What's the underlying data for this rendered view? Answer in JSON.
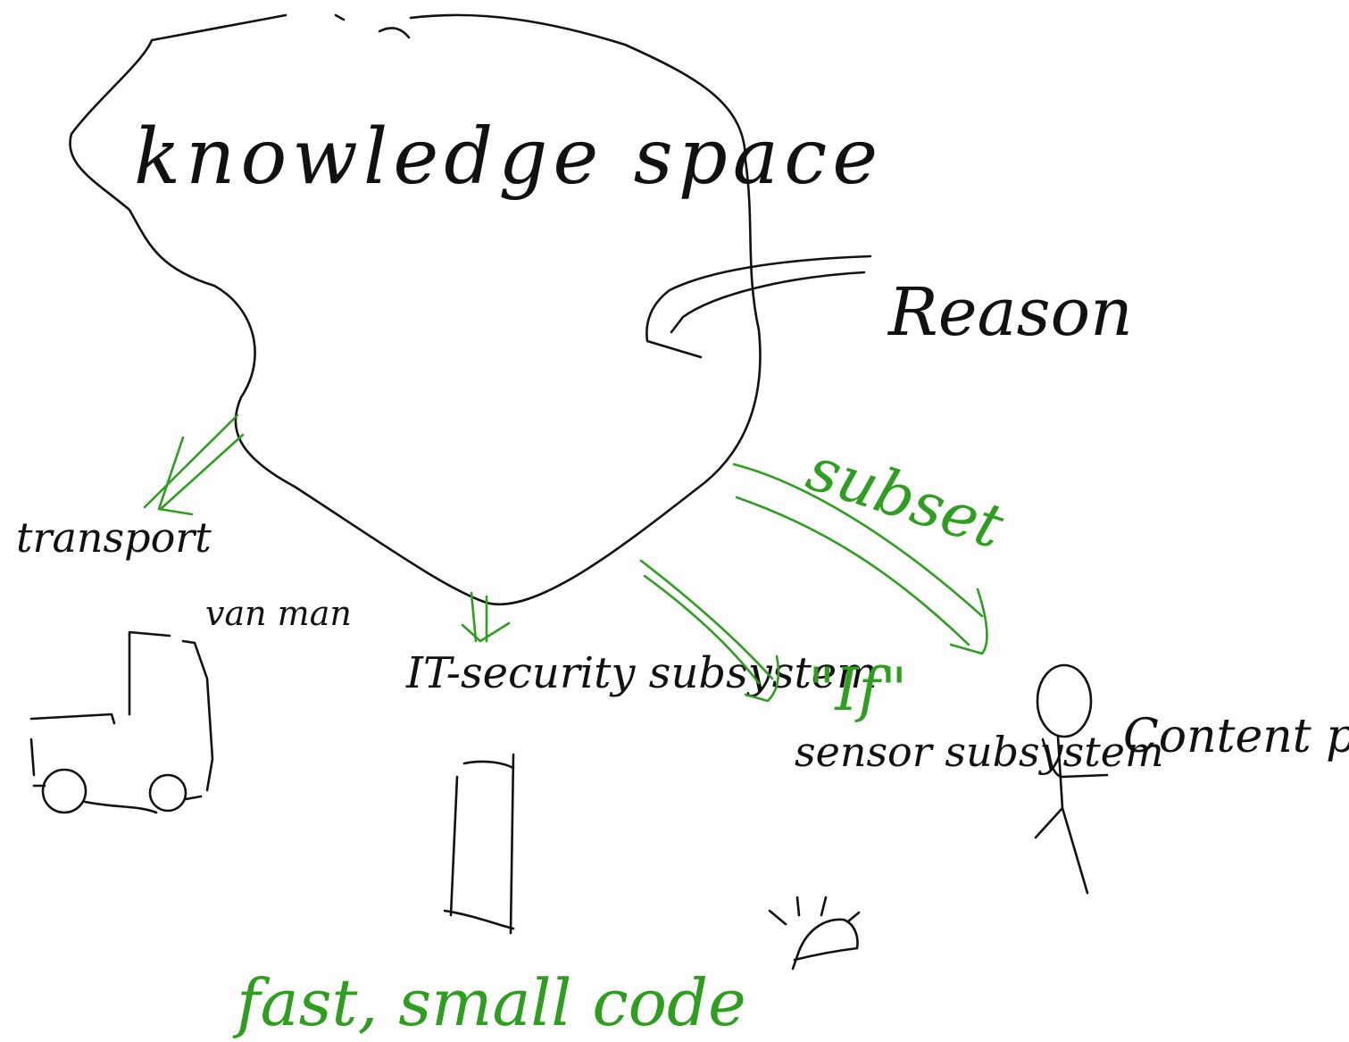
{
  "colors": {
    "ink": "#111111",
    "accent": "#2e9e1f",
    "background": "#ffffff"
  },
  "labels": {
    "knowledge_space": "knowledge space",
    "reason": "Reason",
    "subset": "subset",
    "transport": "transport",
    "van_man": "van man",
    "it_security_subsystem": "IT-security subsystem",
    "if": "\"If\"",
    "sensor_subsystem": "sensor subsystem",
    "content_producers": "Content producers",
    "fast_small_code": "fast, small code"
  }
}
